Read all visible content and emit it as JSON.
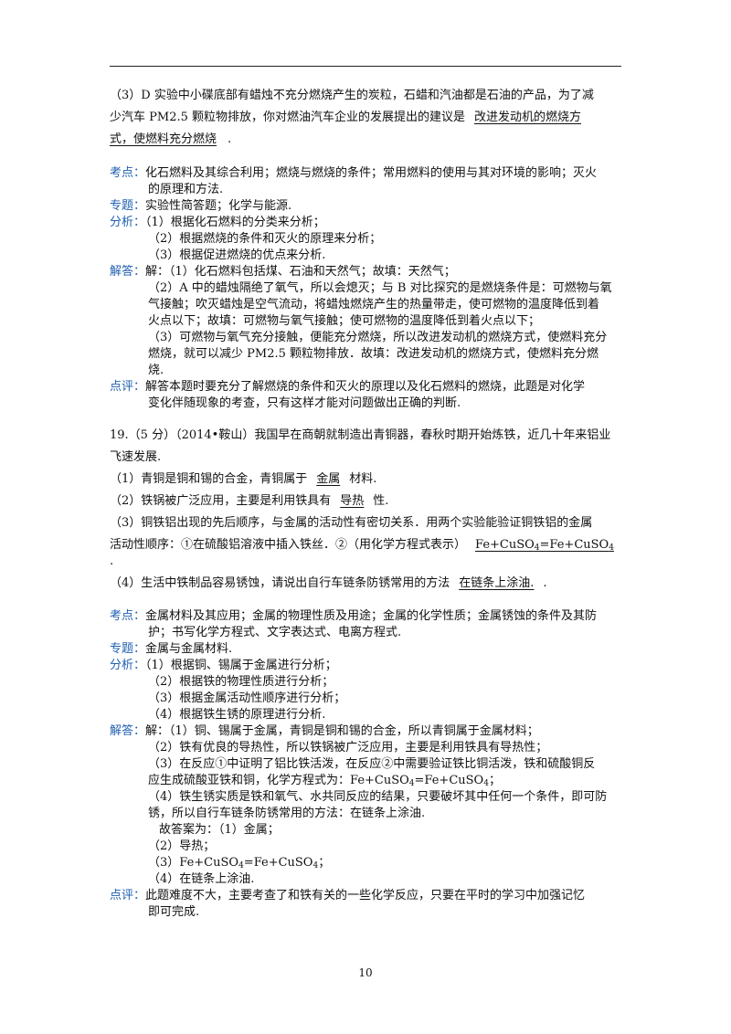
{
  "sec18": {
    "q3_l1": "（3）D 实验中小碟底部有蜡烛不充分燃烧产生的炭粒，石蜡和汽油都是石油的产品，为了减",
    "q3_l2_pre": "少汽车 PM2.5 颗粒物排放，你对燃油汽车企业的发展提出的建议是",
    "q3_ans_a": "改进发动机的燃烧方",
    "q3_ans_b": "式，使燃料充分燃烧",
    "q3_end": ".",
    "kaodian_label": "考点：",
    "kaodian_1": "化石燃料及其综合利用；燃烧与燃烧的条件；常用燃料的使用与其对环境的影响；灭火",
    "kaodian_2": "的原理和方法.",
    "zhuanti_label": "专题：",
    "zhuanti": "实验性简答题；化学与能源.",
    "fenxi_label": "分析：",
    "fenxi_1": "（1）根据化石燃料的分类来分析；",
    "fenxi_2": "（2）根据燃烧的条件和灭火的原理来分析；",
    "fenxi_3": "（3）根据促进燃烧的优点来分析.",
    "jieda_label": "解答：",
    "jieda_1": "解：（1）化石燃料包括煤、石油和天然气；故填：天然气；",
    "jieda_2": "（2）A 中的蜡烛隔绝了氧气，所以会熄灭；与 B 对比探究的是燃烧条件是：可燃物与氧",
    "jieda_3": "气接触；吹灭蜡烛是空气流动，将蜡烛燃烧产生的热量带走，使可燃物的温度降低到着",
    "jieda_4": "火点以下；故填：可燃物与氧气接触；使可燃物的温度降低到着火点以下；",
    "jieda_5": "（3）可燃物与氧气充分接触，便能充分燃烧，所以改进发动机的燃烧方式，使燃料充分",
    "jieda_6": "燃烧，就可以减少 PM2.5 颗粒物排放．故填：改进发动机的燃烧方式，使燃料充分燃",
    "jieda_7": "烧.",
    "dianping_label": "点评：",
    "dianping_1": "解答本题时要充分了解燃烧的条件和灭火的原理以及化石燃料的燃烧，此题是对化学",
    "dianping_2": "变化伴随现象的考查，只有这样才能对问题做出正确的判断."
  },
  "sec19": {
    "head_1": "19.（5 分）（2014•鞍山）我国早在商朝就制造出青铜器，春秋时期开始炼铁，近几十年来铝业",
    "head_2": "飞速发展.",
    "q1_pre": "（1）青铜是铜和锡的合金，青铜属于",
    "q1_ans": "金属",
    "q1_post": "材料.",
    "q2_pre": "（2）铁锅被广泛应用，主要是利用铁具有",
    "q2_ans": "导热",
    "q2_post": "性.",
    "q3_l1": "（3）铜铁铝出现的先后顺序，与金属的活动性有密切关系．用两个实验能验证铜铁铝的金属",
    "q3_l2_pre": "活动性顺序：①在硫酸铝溶液中插入铁丝．②（用化学方程式表示）",
    "eq_a": "Fe+CuSO",
    "eq_b": "=Fe+CuSO",
    "eq_sub": "4",
    "q3_dot": ".",
    "q4_pre": "（4）生活中铁制品容易锈蚀，请说出自行车链条防锈常用的方法",
    "q4_ans": "在链条上涂油.",
    "q4_end": ".",
    "kaodian_1": "金属材料及其应用；金属的物理性质及用途；金属的化学性质；金属锈蚀的条件及其防",
    "kaodian_2": "护；书写化学方程式、文字表达式、电离方程式.",
    "zhuanti": "金属与金属材料.",
    "fenxi_1": "（1）根据铜、锡属于金属进行分析；",
    "fenxi_2": "（2）根据铁的物理性质进行分析；",
    "fenxi_3": "（3）根据金属活动性顺序进行分析；",
    "fenxi_4": "（4）根据铁生锈的原理进行分析.",
    "jieda_1": "解：（1）铜、锡属于金属，青铜是铜和锡的合金，所以青铜属于金属材料；",
    "jieda_2": "（2）铁有优良的导热性，所以铁锅被广泛应用，主要是利用铁具有导热性；",
    "jieda_3": "（3）在反应①中证明了铝比铁活泼，在反应②中需要验证铁比铜活泼，铁和硫酸铜反",
    "jieda_4_pre": "应生成硫酸亚铁和铜，化学方程式为：",
    "jieda_4_end": "；",
    "jieda_5": "（4）铁生锈实质是铁和氧气、水共同反应的结果，只要破坏其中任何一个条件，即可防",
    "jieda_6": "锈，所以自行车链条防锈常用的方法：在链条上涂油.",
    "jieda_7": "故答案为：（1）金属；",
    "jieda_8": "（2）导热；",
    "jieda_9_pre": "（3）",
    "jieda_9_end": "；",
    "jieda_10": "（4）在链条上涂油.",
    "dianping_1": "此题难度不大，主要考查了和铁有关的一些化学反应，只要在平时的学习中加强记忆",
    "dianping_2": "即可完成."
  },
  "footer": {
    "page_number": "10"
  },
  "colors": {
    "label": "#1f5fb0",
    "text": "#111111",
    "rule": "#222222"
  }
}
